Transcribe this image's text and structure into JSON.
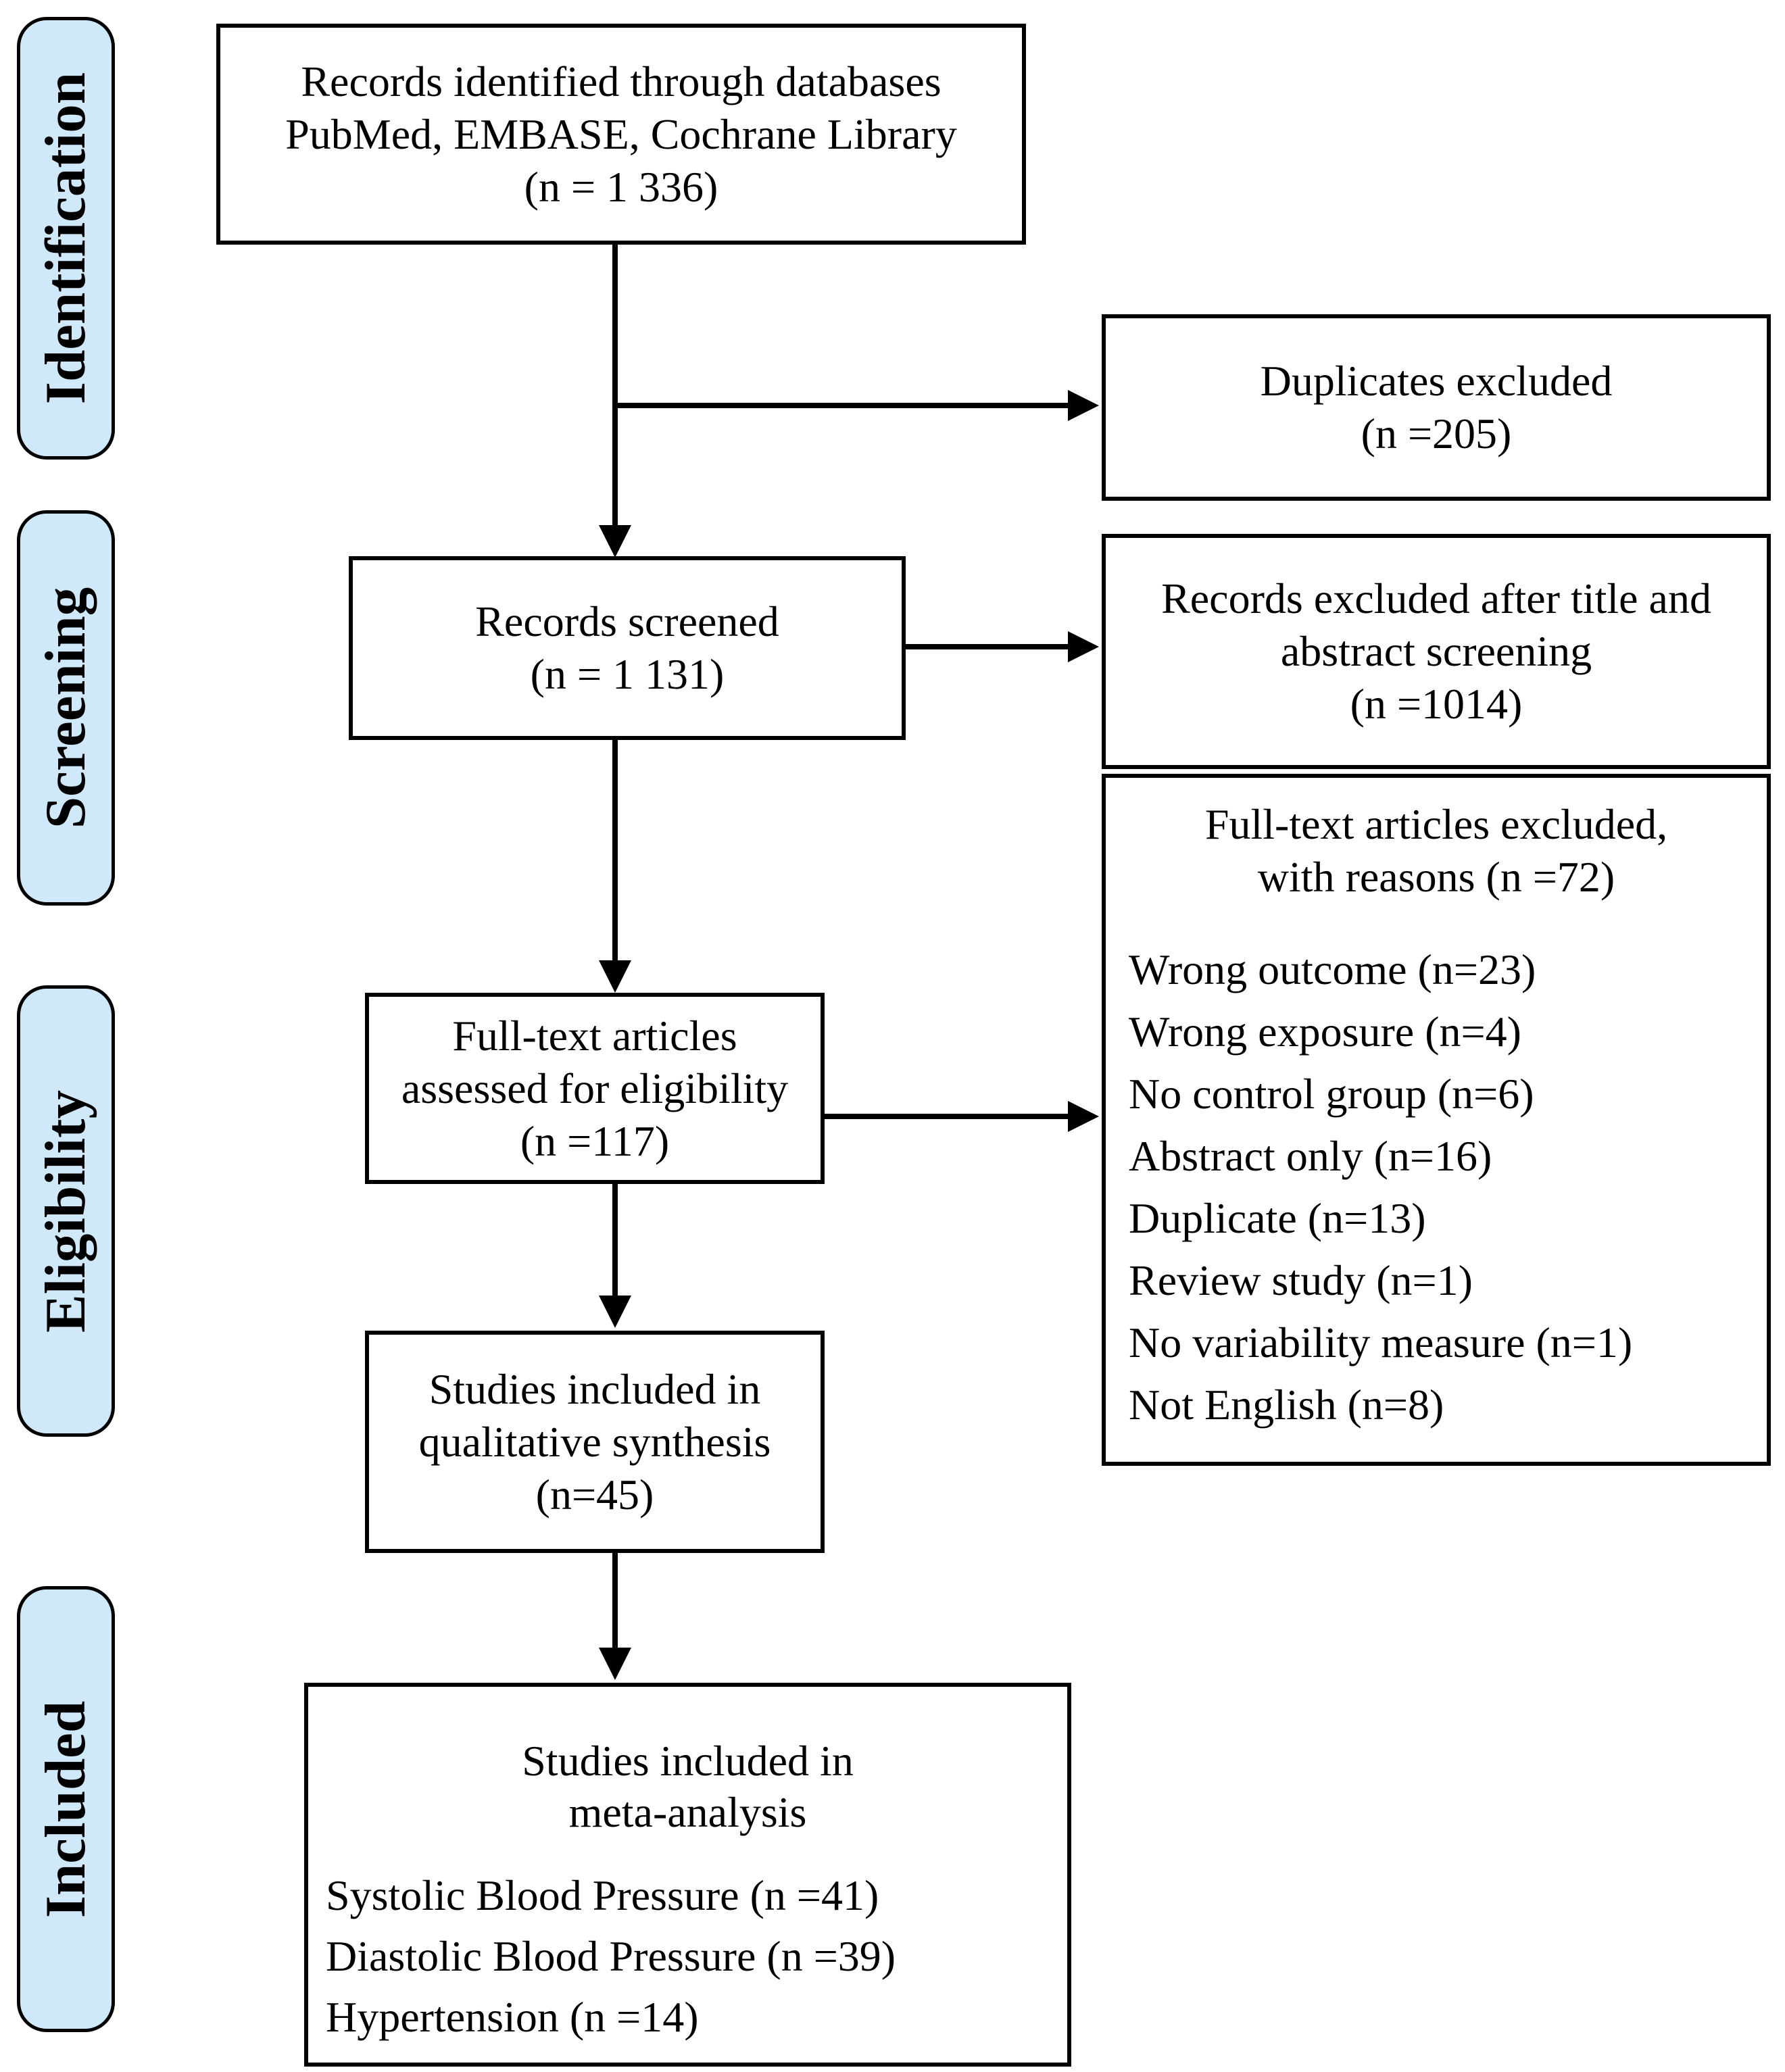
{
  "title": "PRISMA flow diagram",
  "colors": {
    "band_fill": "#cfe9fb",
    "line": "#000000",
    "background": "#ffffff"
  },
  "sidebar": {
    "items": [
      {
        "label": "Identification"
      },
      {
        "label": "Screening"
      },
      {
        "label": "Eligibility"
      },
      {
        "label": "Included"
      }
    ]
  },
  "flow": {
    "identified": {
      "lines": [
        "Records identified through databases",
        "PubMed, EMBASE, Cochrane Library",
        "(n = 1 336)"
      ]
    },
    "screened": {
      "lines": [
        "Records screened",
        "(n = 1 131)"
      ]
    },
    "fulltext": {
      "lines": [
        "Full-text articles",
        "assessed for eligibility",
        "(n =117)"
      ]
    },
    "qualitative": {
      "lines": [
        "Studies included in",
        "qualitative synthesis",
        "(n=45)"
      ]
    },
    "meta": {
      "heading": [
        "Studies included in",
        "meta-analysis"
      ],
      "outcomes": [
        "Systolic Blood Pressure (n =41)",
        "Diastolic Blood Pressure (n =39)",
        "Hypertension (n =14)"
      ]
    }
  },
  "exclusions": {
    "duplicates": {
      "lines": [
        "Duplicates excluded",
        "(n =205)"
      ]
    },
    "title_abstract": {
      "lines": [
        "Records excluded after title and",
        "abstract screening",
        "(n =1014)"
      ]
    },
    "reasons": {
      "heading": [
        "Full-text articles excluded,",
        "with reasons (n =72)"
      ],
      "items": [
        "Wrong outcome (n=23)",
        "Wrong exposure (n=4)",
        "No control group (n=6)",
        "Abstract only (n=16)",
        "Duplicate (n=13)",
        "Review study (n=1)",
        "No variability measure (n=1)",
        "Not English (n=8)"
      ]
    }
  }
}
